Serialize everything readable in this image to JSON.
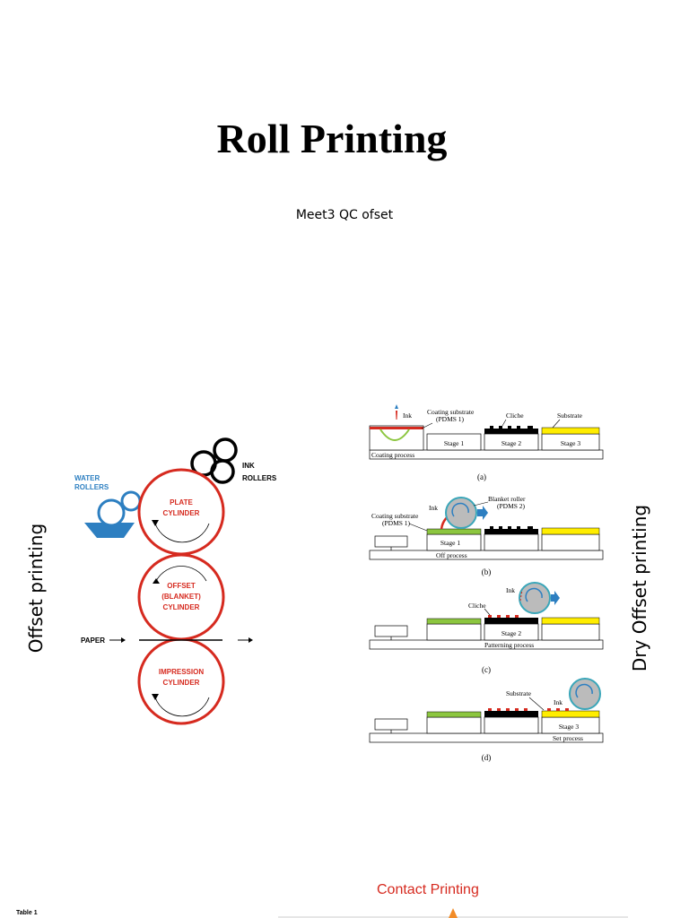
{
  "title": "Roll Printing",
  "subtitle": "Meet3 QC ofset",
  "left_label": "Offset printing",
  "right_label": "Dry Offset printing",
  "offset_diagram": {
    "ink_rollers": "INK",
    "ink_rollers2": "ROLLERS",
    "water_rollers": "WATER",
    "water_rollers2": "ROLLERS",
    "plate1": "PLATE",
    "plate2": "CYLINDER",
    "offset1": "OFFSET",
    "offset2": "(BLANKET)",
    "offset3": "CYLINDER",
    "impression1": "IMPRESSION",
    "impression2": "CYLINDER",
    "paper": "PAPER"
  },
  "dry_diagram": {
    "a": {
      "ink": "Ink",
      "coating1": "Coating substrate",
      "coating2": "(PDMS 1)",
      "cliche": "Cliche",
      "substrate": "Substrate",
      "stage1": "Stage 1",
      "stage2": "Stage 2",
      "stage3": "Stage 3",
      "process": "Coating process",
      "caption": "(a)"
    },
    "b": {
      "ink": "Ink",
      "blanket1": "Blanket roller",
      "blanket2": "(PDMS 2)",
      "coating1": "Coating substrate",
      "coating2": "(PDMS 1)",
      "stage1": "Stage 1",
      "process": "Off process",
      "caption": "(b)"
    },
    "c": {
      "ink": "Ink",
      "cliche": "Cliche",
      "stage2": "Stage 2",
      "process": "Patterning process",
      "caption": "(c)"
    },
    "d": {
      "substrate": "Substrate",
      "ink": "Ink",
      "stage3": "Stage 3",
      "process": "Set process",
      "caption": "(d)"
    }
  },
  "contact_label": "Contact Printing",
  "table_label": "Table 1",
  "colors": {
    "red": "#d62a1f",
    "blue": "#2d7fc1",
    "green": "#8cc63f",
    "yellow": "#ffed00",
    "teal": "#3aa6b9"
  }
}
